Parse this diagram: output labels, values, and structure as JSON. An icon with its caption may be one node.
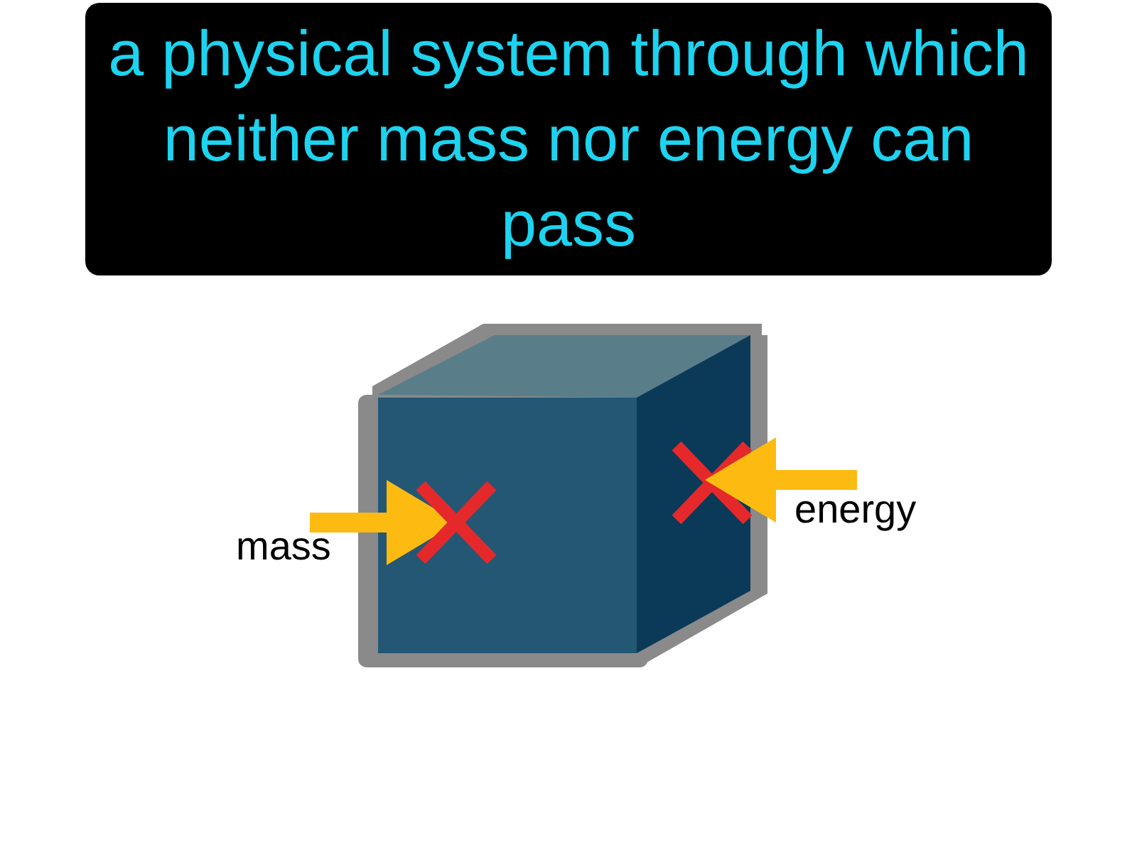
{
  "diagram": {
    "title": "a physical system through which neither mass nor energy can pass",
    "labels": [
      "mass",
      "energy"
    ]
  }
}
